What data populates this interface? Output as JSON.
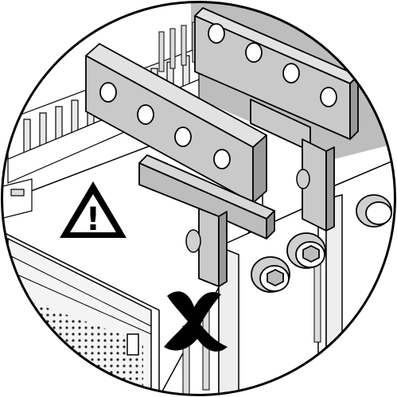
{
  "figure": {
    "type": "installation-detail-illustration",
    "colors": {
      "background": "#ffffff",
      "outline": "#000000",
      "busbar_fill": "#c9c9c9",
      "busbar_shadow": "#9a9a9a",
      "housing_fill": "#ffffff",
      "screw_fill": "#d0d0d0",
      "warning_fill": "#ffffff",
      "cross_fill": "#000000"
    },
    "icons": [
      "warning-triangle-icon",
      "incorrect-cross-icon"
    ],
    "elements": {
      "warning_symbol": "!",
      "busbar_count": 2,
      "busbar_holes_each": 4,
      "visible_screws": 4
    }
  }
}
